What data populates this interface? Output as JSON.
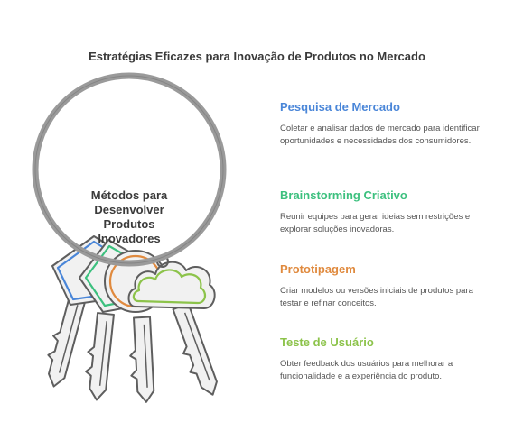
{
  "title": "Estratégias Eficazes para Inovação de Produtos no Mercado",
  "center_label": "Métodos para Desenvolver Produtos Inovadores",
  "colors": {
    "ring": "#9a9a9a",
    "key_body": "#f1f1f1",
    "key_outline": "#5e5e5e",
    "blue": "#4a86d8",
    "green": "#3cc07e",
    "orange": "#e08a3e",
    "lime": "#8cc34a"
  },
  "items": [
    {
      "heading": "Pesquisa de Mercado",
      "text": "Coletar e analisar dados de mercado para identificar oportunidades e necessidades dos consumidores.",
      "color": "#4a86d8"
    },
    {
      "heading": "Brainstorming Criativo",
      "text": "Reunir equipes para gerar ideias sem restrições e explorar soluções inovadoras.",
      "color": "#3cc07e"
    },
    {
      "heading": "Prototipagem",
      "text": "Criar modelos ou versões iniciais de produtos para testar e refinar conceitos.",
      "color": "#e08a3e"
    },
    {
      "heading": "Teste de Usuário",
      "text": "Obter feedback dos usuários para melhorar a funcionalidade e a experiência do produto.",
      "color": "#8cc34a"
    }
  ]
}
